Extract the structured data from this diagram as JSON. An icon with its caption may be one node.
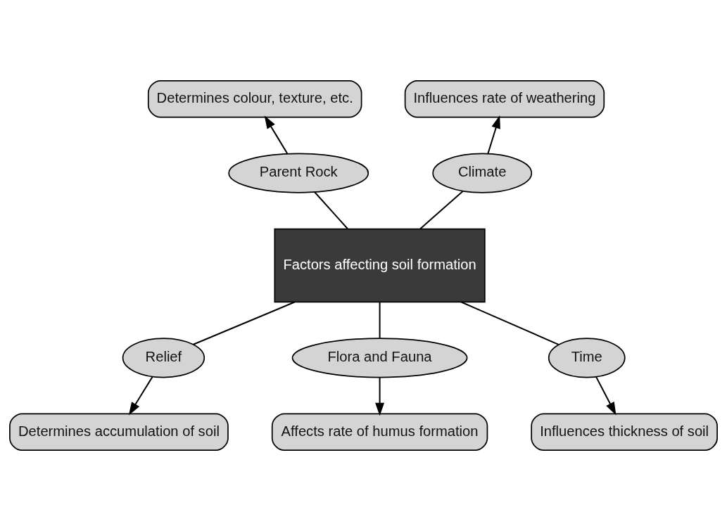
{
  "diagram": {
    "nodes": [
      {
        "text": [
          "Factors affecting soil formation"
        ]
      },
      {
        "text": [
          "Parent Rock"
        ]
      },
      {
        "text": [
          "Climate"
        ]
      },
      {
        "text": [
          "Relief"
        ]
      },
      {
        "text": [
          "Flora and Fauna"
        ]
      },
      {
        "text": [
          "Time"
        ]
      },
      {
        "text": [
          "Determines colour, texture, etc."
        ]
      },
      {
        "text": [
          "Influences rate of weathering"
        ]
      },
      {
        "text": [
          "Determines accumulation of soil"
        ]
      },
      {
        "text": [
          "Influences thickness of soil"
        ]
      },
      {
        "text": [
          "Affects rate of humus formation"
        ]
      }
    ],
    "edges": [
      {
        "from": 0,
        "to": 1,
        "arrow": "none"
      },
      {
        "from": 0,
        "to": 2,
        "arrow": "none"
      },
      {
        "from": 0,
        "to": 3,
        "arrow": "none"
      },
      {
        "from": 0,
        "to": 4,
        "arrow": "none"
      },
      {
        "from": 0,
        "to": 5,
        "arrow": "none"
      },
      {
        "from": 1,
        "to": 6,
        "arrow": "to"
      },
      {
        "from": 2,
        "to": 7,
        "arrow": "to"
      },
      {
        "from": 3,
        "to": 8,
        "arrow": "to"
      },
      {
        "from": 5,
        "to": 9,
        "arrow": "to"
      },
      {
        "from": 4,
        "to": 10,
        "arrow": "to"
      }
    ]
  }
}
